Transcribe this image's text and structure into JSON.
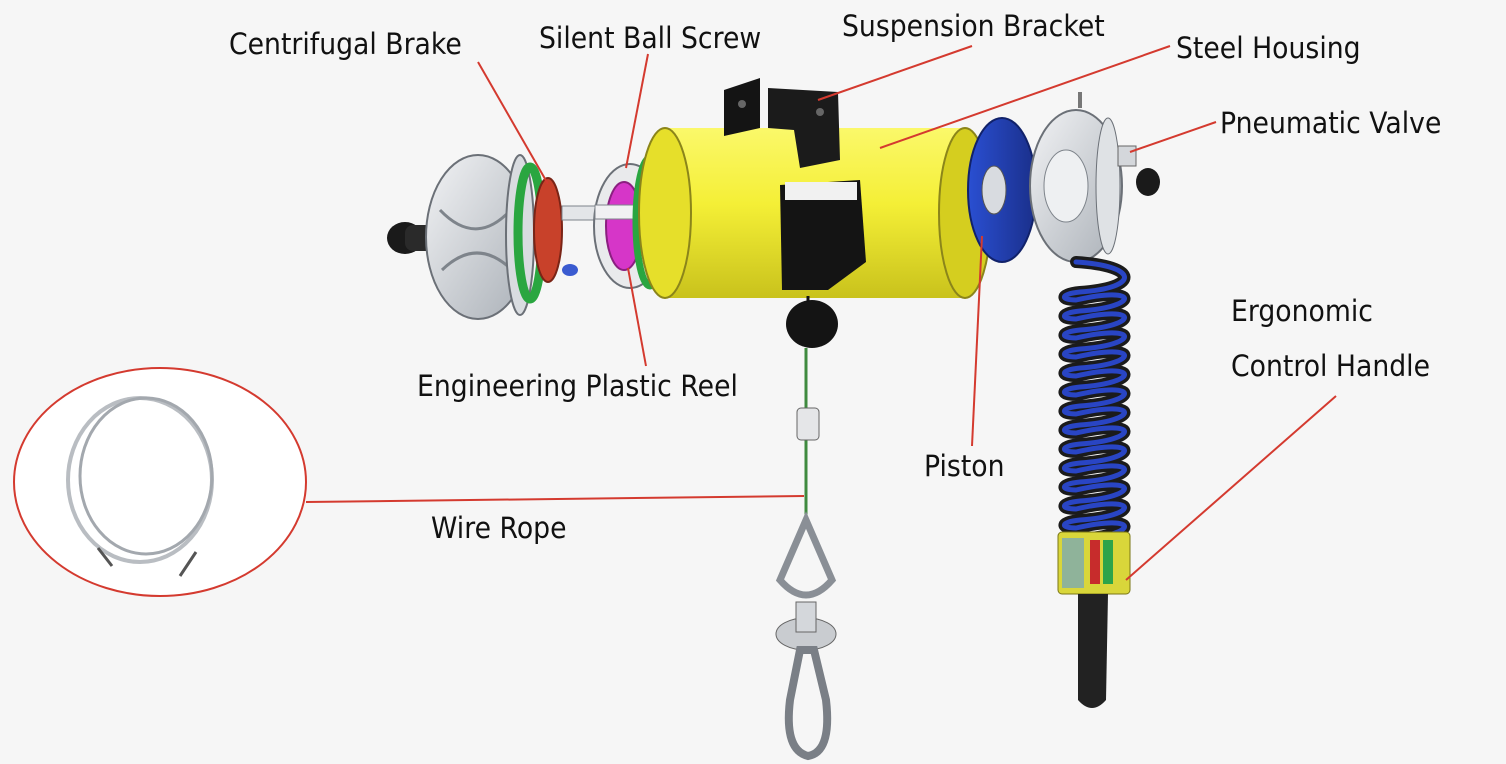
{
  "labels": {
    "centrifugal_brake": "Centrifugal Brake",
    "silent_ball_screw": "Silent Ball Screw",
    "suspension_bracket": "Suspension Bracket",
    "steel_housing": "Steel Housing",
    "pneumatic_valve": "Pneumatic Valve",
    "ergonomic_line1": "Ergonomic",
    "ergonomic_line2": "Control Handle",
    "engineering_plastic_reel": "Engineering Plastic Reel",
    "piston": "Piston",
    "wire_rope": "Wire Rope"
  },
  "colors": {
    "leader_line": "#d43a2f",
    "housing": "#f4ef36",
    "piston_blue": "#2341b8",
    "reel_magenta": "#d636c8",
    "brake_red": "#c8412a",
    "ring_green": "#2aa640",
    "bracket": "#111111",
    "metal": "#cfd2d6"
  }
}
